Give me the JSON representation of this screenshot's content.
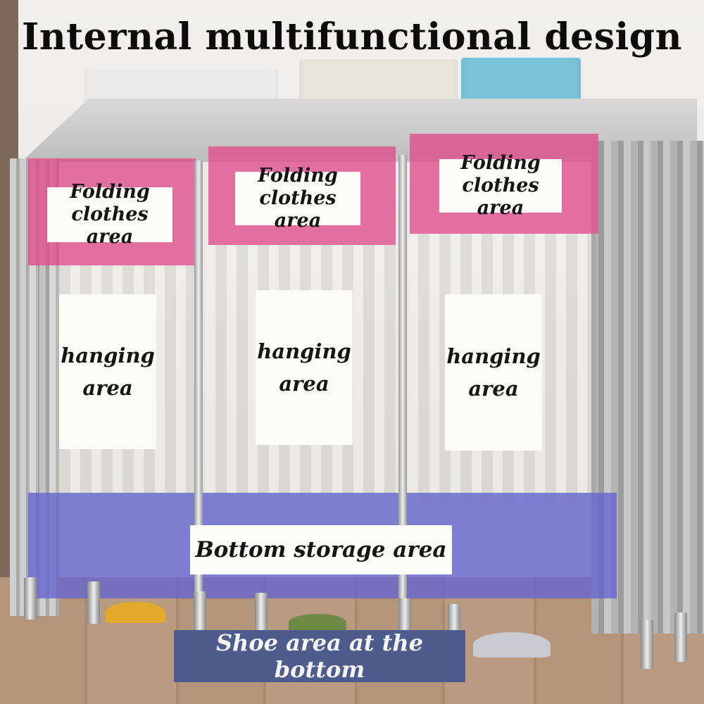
{
  "title": "Internal multifunctional design",
  "zones": {
    "folding_left": "Folding clothes area",
    "folding_center": "Folding clothes area",
    "folding_right": "Folding clothes area",
    "hanging_left": "hanging area",
    "hanging_center": "hanging area",
    "hanging_right": "hanging area",
    "bottom_storage": "Bottom storage area",
    "shoe_area": "Shoe area at the bottom"
  },
  "colors": {
    "folding": "#e04a8c",
    "hanging_side": "#78aae1",
    "hanging_center": "#eb822d",
    "bottom_storage": "#6464cd",
    "shoe_label_bg": "#4d5c8d"
  }
}
